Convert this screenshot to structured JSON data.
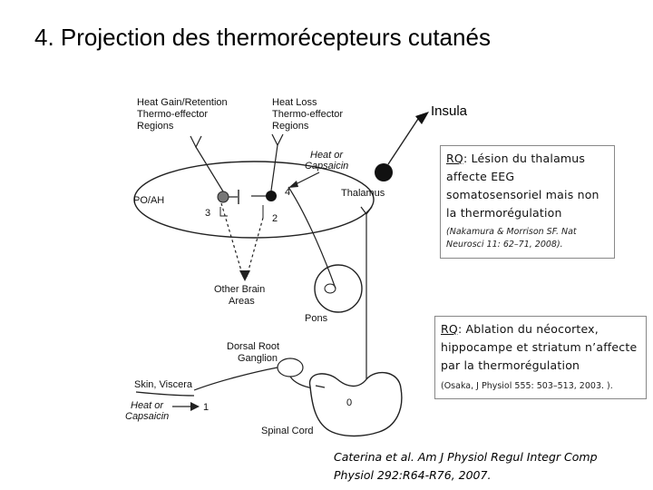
{
  "title": "4. Projection des thermorécepteurs cutanés",
  "diagram": {
    "labels": {
      "heat_gain": [
        "Heat Gain/Retention",
        "Thermo-effector",
        "Regions"
      ],
      "heat_loss": [
        "Heat Loss",
        "Thermo-effector",
        "Regions"
      ],
      "heat_or_capsaicin_top": [
        "Heat or",
        "Capsaicin"
      ],
      "po_ah": "PO/AH",
      "num_4": "4",
      "num_3": "3",
      "num_2": "2",
      "thalamus": "Thalamus",
      "insula": "Insula",
      "other_brain": [
        "Other Brain",
        "Areas"
      ],
      "pons": "Pons",
      "drg": [
        "Dorsal Root",
        "Ganglion"
      ],
      "skin": "Skin, Viscera",
      "heat_or_capsaicin_bottom": [
        "Heat or",
        "Capsaicin"
      ],
      "num_1": "1",
      "num_0": "0",
      "spinal_cord": "Spinal Cord"
    }
  },
  "note1": {
    "ro": "RQ",
    "text": ": Lésion du thalamus affecte EEG somatosensoriel mais non la thermorégulation",
    "ref": "(Nakamura & Morrison SF. Nat Neurosci 11: 62–71, 2008)."
  },
  "note2": {
    "ro": "RQ",
    "text": ": Ablation du néocortex, hippocampe et striatum n’affecte par la thermorégulation",
    "ref": "(Osaka,  J Physiol 555: 503–513, 2003. )."
  },
  "citation": [
    "Caterina et al. Am J Physiol Regul Integr Comp",
    "Physiol 292:R64-R76, 2007."
  ]
}
